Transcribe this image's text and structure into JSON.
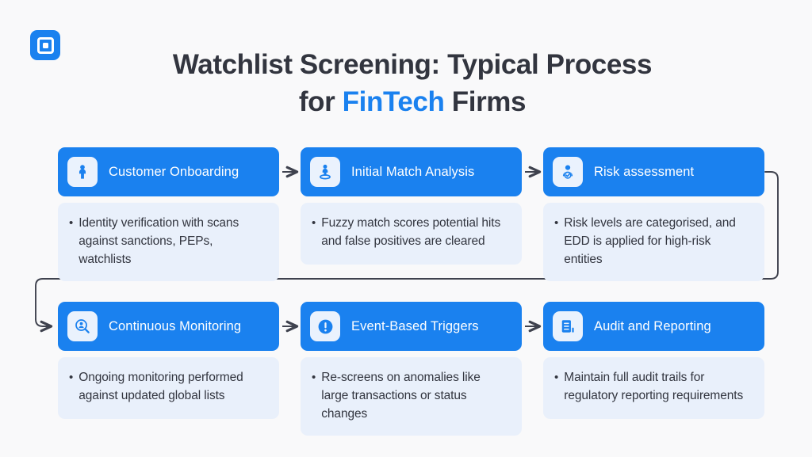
{
  "brand": {
    "logo_icon": "square-in-square-logo-icon",
    "accent_color": "#1a81ef",
    "header_color": "#1a81ef",
    "body_color": "#e9f0fb",
    "background_color": "#f9f9fa",
    "text_color": "#32353f"
  },
  "title": {
    "line1": "Watchlist Screening: Typical Process",
    "line2_prefix": "for ",
    "line2_accent": "FinTech",
    "line2_suffix": " Firms"
  },
  "steps": [
    {
      "id": "customer-onboarding",
      "title": "Customer Onboarding",
      "icon": "person-icon",
      "bullet": "Identity verification with scans against sanctions, PEPs, watchlists"
    },
    {
      "id": "initial-match-analysis",
      "title": "Initial Match Analysis",
      "icon": "person-on-platform-icon",
      "bullet": "Fuzzy match scores potential hits and false positives are cleared"
    },
    {
      "id": "risk-assessment",
      "title": "Risk assessment",
      "icon": "person-verified-icon",
      "bullet": "Risk levels are categorised, and EDD is applied for high-risk entities"
    },
    {
      "id": "continuous-monitoring",
      "title": "Continuous Monitoring",
      "icon": "person-search-icon",
      "bullet": "Ongoing monitoring performed against updated global lists"
    },
    {
      "id": "event-based-triggers",
      "title": "Event-Based Triggers",
      "icon": "alert-exclamation-icon",
      "bullet": "Re-screens on anomalies like large transactions or status changes"
    },
    {
      "id": "audit-and-reporting",
      "title": "Audit and Reporting",
      "icon": "document-report-icon",
      "bullet": "Maintain full audit trails for regulatory reporting requirements"
    }
  ],
  "connectors": {
    "arrow_color": "#3f424e",
    "bullet_glyph": "•",
    "labels": [
      "arrow-step1-to-step2",
      "arrow-step2-to-step3",
      "wrap-step3-to-step4",
      "arrow-step4-to-step5",
      "arrow-step5-to-step6"
    ]
  }
}
